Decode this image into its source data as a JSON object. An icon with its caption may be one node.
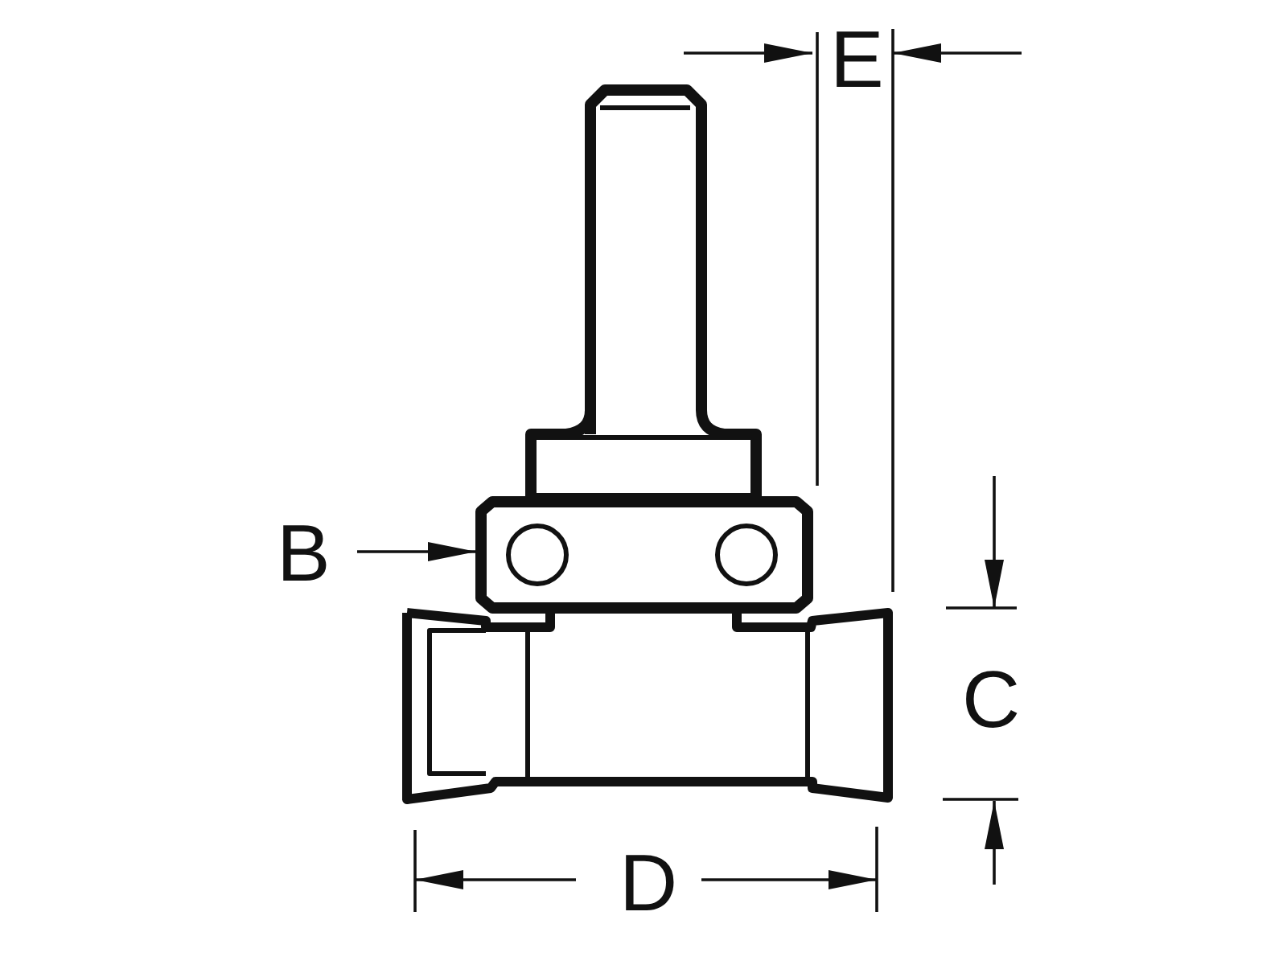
{
  "diagram": {
    "labels": [
      "E",
      "B",
      "C",
      "D"
    ]
  }
}
